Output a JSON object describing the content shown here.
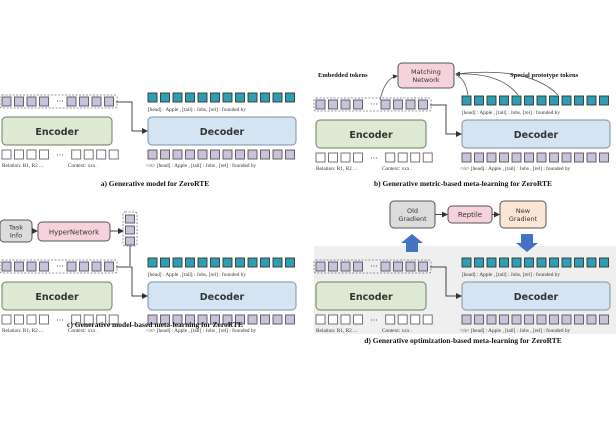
{
  "common": {
    "encoder": "Encoder",
    "decoder": "Decoder",
    "input_relation": "Relation:  R1,  R2 ...",
    "input_context": "Context:  xxx   .",
    "target_tokens": "[head] :  Apple  ,   [tail] :    Jobs,   [rel] : founded by",
    "decoder_inputs": "</s>  [head] :  Apple  , [tail] :    Jobs   , [rel] : founded by",
    "ellipsis": "···"
  },
  "panels": {
    "a": {
      "caption": "a) Generative model for ZeroRTE"
    },
    "b": {
      "caption": "b) Generative metric-based meta-learning for ZeroRTE",
      "matching_network": [
        "Matching",
        "Network"
      ],
      "embedded_tokens": "Embedded tokens",
      "special_prototype_tokens": "Special prototype tokens"
    },
    "c": {
      "caption": "c) Generative model-based meta-learning for ZeroRTE",
      "task_info": [
        "Task",
        "Info"
      ],
      "hypernetwork": "HyperNetwork"
    },
    "d": {
      "caption": "d) Generative optimization-based meta-learning for ZeroRTE",
      "old_gradient": [
        "Old",
        "Gradient"
      ],
      "reptile": "Reptile",
      "new_gradient": [
        "New",
        "Gradient"
      ]
    }
  },
  "colors": {
    "teal_token": "#2e9fb2",
    "purple_token": "#c9c2dc",
    "encoder_fill": "#dde9d3",
    "decoder_fill": "#d5e4f2",
    "matching_fill": "#f6d3dc",
    "hyper_fill": "#f6d3dc",
    "old_gradient_fill": "#dcdcdc",
    "reptile_fill": "#f6d3dc",
    "new_gradient_fill": "#fbe6d6",
    "blue_arrow": "#4472c4",
    "panel_d_bg": "#efefef"
  }
}
